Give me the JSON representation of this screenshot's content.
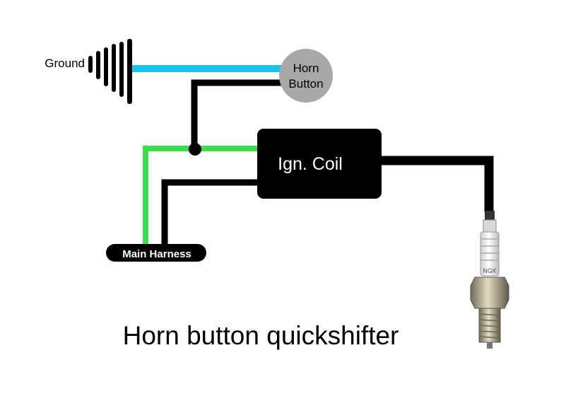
{
  "title": "Horn button quickshifter",
  "ground": {
    "label": "Ground"
  },
  "horn_button": {
    "line1": "Horn",
    "line2": "Button"
  },
  "coil": {
    "label": "Ign. Coil"
  },
  "harness": {
    "label": "Main Harness"
  },
  "spark_plug": {
    "brand": "NGK"
  },
  "colors": {
    "ground_wire": "#19c3ee",
    "trigger_wire": "#3ddc4f",
    "wire": "#000000",
    "horn_button": "#a8a8a8",
    "coil": "#000000",
    "ceramic": "#ededed",
    "metal": "#b9b39a"
  }
}
